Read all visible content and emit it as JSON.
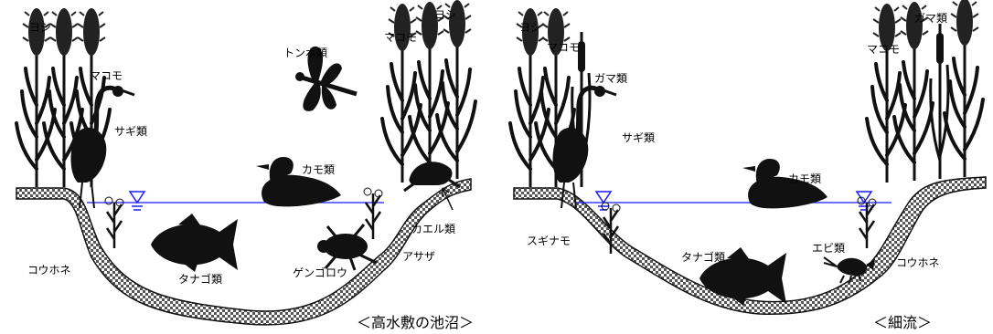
{
  "colors": {
    "water_line": "#1a1aff",
    "silhouette": "#111111",
    "bank_fill": "#bfbfbf"
  },
  "icons": [
    "reed-icon",
    "cattail-icon",
    "heron-icon",
    "duck-icon",
    "fish-icon",
    "dragonfly-icon",
    "frog-icon",
    "diving-beetle-icon",
    "shrimp-icon",
    "water-level-icon"
  ],
  "pond": {
    "caption": "＜高水敷の池沼＞",
    "labels": {
      "yoshi_left": "ヨシ",
      "makomo_left": "マコモ",
      "sagi": "サギ類",
      "tonbo": "トンボ類",
      "kamo": "カモ類",
      "yoshi_right": "ヨシ",
      "makomo_right": "マコモ",
      "kaeru": "カエル類",
      "asaza": "アサザ",
      "genngorou": "ゲンゴロウ",
      "tanago": "タナゴ類",
      "kouhone": "コウホネ"
    }
  },
  "stream": {
    "caption": "＜細流＞",
    "labels": {
      "yoshi": "ヨシ",
      "makomo_left": "マコモ",
      "gama_left": "ガマ類",
      "sagi": "サギ類",
      "kamo": "カモ類",
      "gama_right": "ガマ類",
      "makomo_right": "マコモ",
      "suginamo": "スギナモ",
      "tanago": "タナゴ類",
      "ebi": "エビ類",
      "kouhone": "コウホネ"
    }
  }
}
